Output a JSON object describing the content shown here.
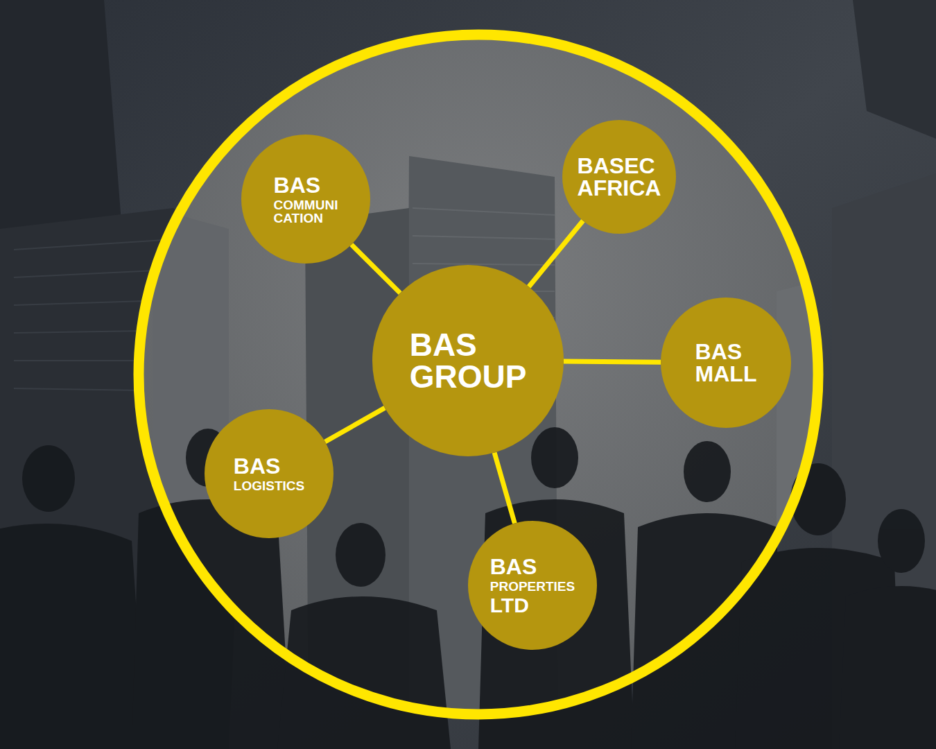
{
  "diagram": {
    "nodes": [
      {
        "text": [
          "BAS",
          "COMMUNI CATION"
        ]
      },
      {
        "text": [
          "BASEC AFRICA"
        ]
      },
      {
        "text": [
          "BAS GROUP"
        ]
      },
      {
        "text": [
          "BAS MALL"
        ]
      },
      {
        "text": [
          "BAS",
          "LOGISTICS"
        ]
      },
      {
        "text": [
          "BAS",
          "PROPERTIES",
          "LTD"
        ]
      }
    ],
    "edges": [
      {
        "from": 2,
        "to": 0,
        "arrow": "none"
      },
      {
        "from": 2,
        "to": 1,
        "arrow": "none"
      },
      {
        "from": 2,
        "to": 3,
        "arrow": "none"
      },
      {
        "from": 2,
        "to": 4,
        "arrow": "none"
      },
      {
        "from": 2,
        "to": 5,
        "arrow": "none"
      }
    ]
  }
}
